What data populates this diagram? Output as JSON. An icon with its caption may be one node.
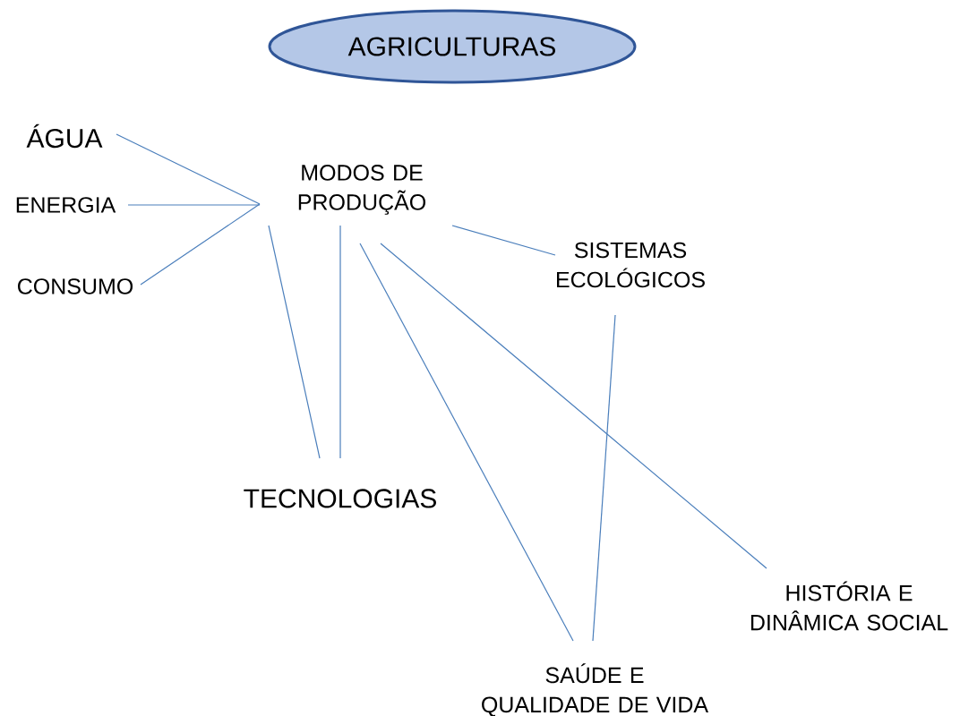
{
  "diagram": {
    "nodes": [
      {
        "text": [
          "AGRICULTURAS"
        ]
      },
      {
        "text": [
          "ÁGUA"
        ]
      },
      {
        "text": [
          "ENERGIA"
        ]
      },
      {
        "text": [
          "CONSUMO"
        ]
      },
      {
        "text": [
          "MODOS DE PRODUÇÃO"
        ]
      },
      {
        "text": [
          "SISTEMAS ECOLÓGICOS"
        ]
      },
      {
        "text": [
          "TECNOLOGIAS"
        ]
      },
      {
        "text": [
          "HISTÓRIA E DINÂMICA SOCIAL"
        ]
      },
      {
        "text": [
          "SAÚDE E QUALIDADE DE VIDA"
        ]
      }
    ],
    "edges": [
      {
        "from": 1,
        "to": 4,
        "arrow": "none"
      },
      {
        "from": 2,
        "to": 4,
        "arrow": "none"
      },
      {
        "from": 3,
        "to": 4,
        "arrow": "none"
      },
      {
        "from": 4,
        "to": 6,
        "arrow": "none"
      },
      {
        "from": 4,
        "to": 6,
        "arrow": "none"
      },
      {
        "from": 4,
        "to": 5,
        "arrow": "none"
      },
      {
        "from": 4,
        "to": 8,
        "arrow": "none"
      },
      {
        "from": 4,
        "to": 7,
        "arrow": "none"
      },
      {
        "from": 5,
        "to": 8,
        "arrow": "none"
      }
    ]
  }
}
